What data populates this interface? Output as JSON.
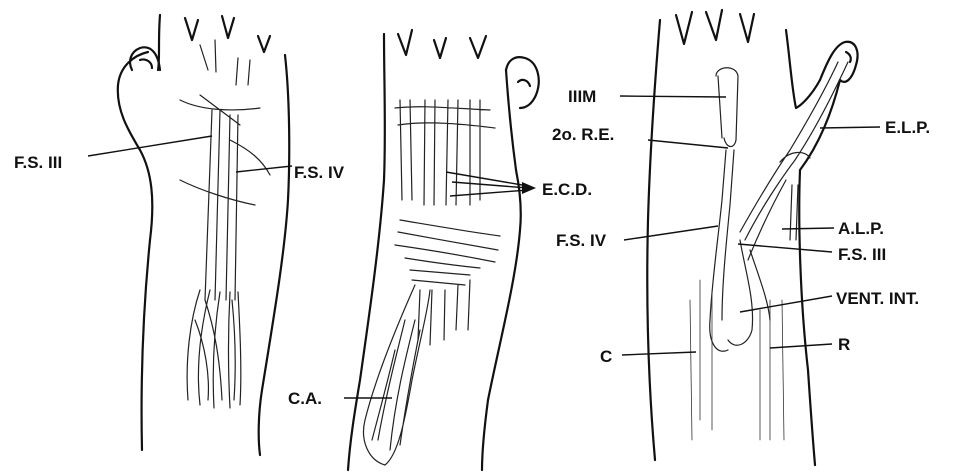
{
  "figure": {
    "panels": [
      {
        "name": "left",
        "labels": {
          "fs3": "F.S. III",
          "fs4": "F.S. IV"
        }
      },
      {
        "name": "middle",
        "labels": {
          "ecd": "E.C.D.",
          "ca": "C.A."
        }
      },
      {
        "name": "right",
        "labels": {
          "iiim": "IIIM",
          "re": "2o. R.E.",
          "elp": "E.L.P.",
          "alp": "A.L.P.",
          "fs4": "F.S. IV",
          "fs3": "F.S. III",
          "vent": "VENT. INT.",
          "c": "C",
          "r": "R"
        }
      }
    ]
  }
}
